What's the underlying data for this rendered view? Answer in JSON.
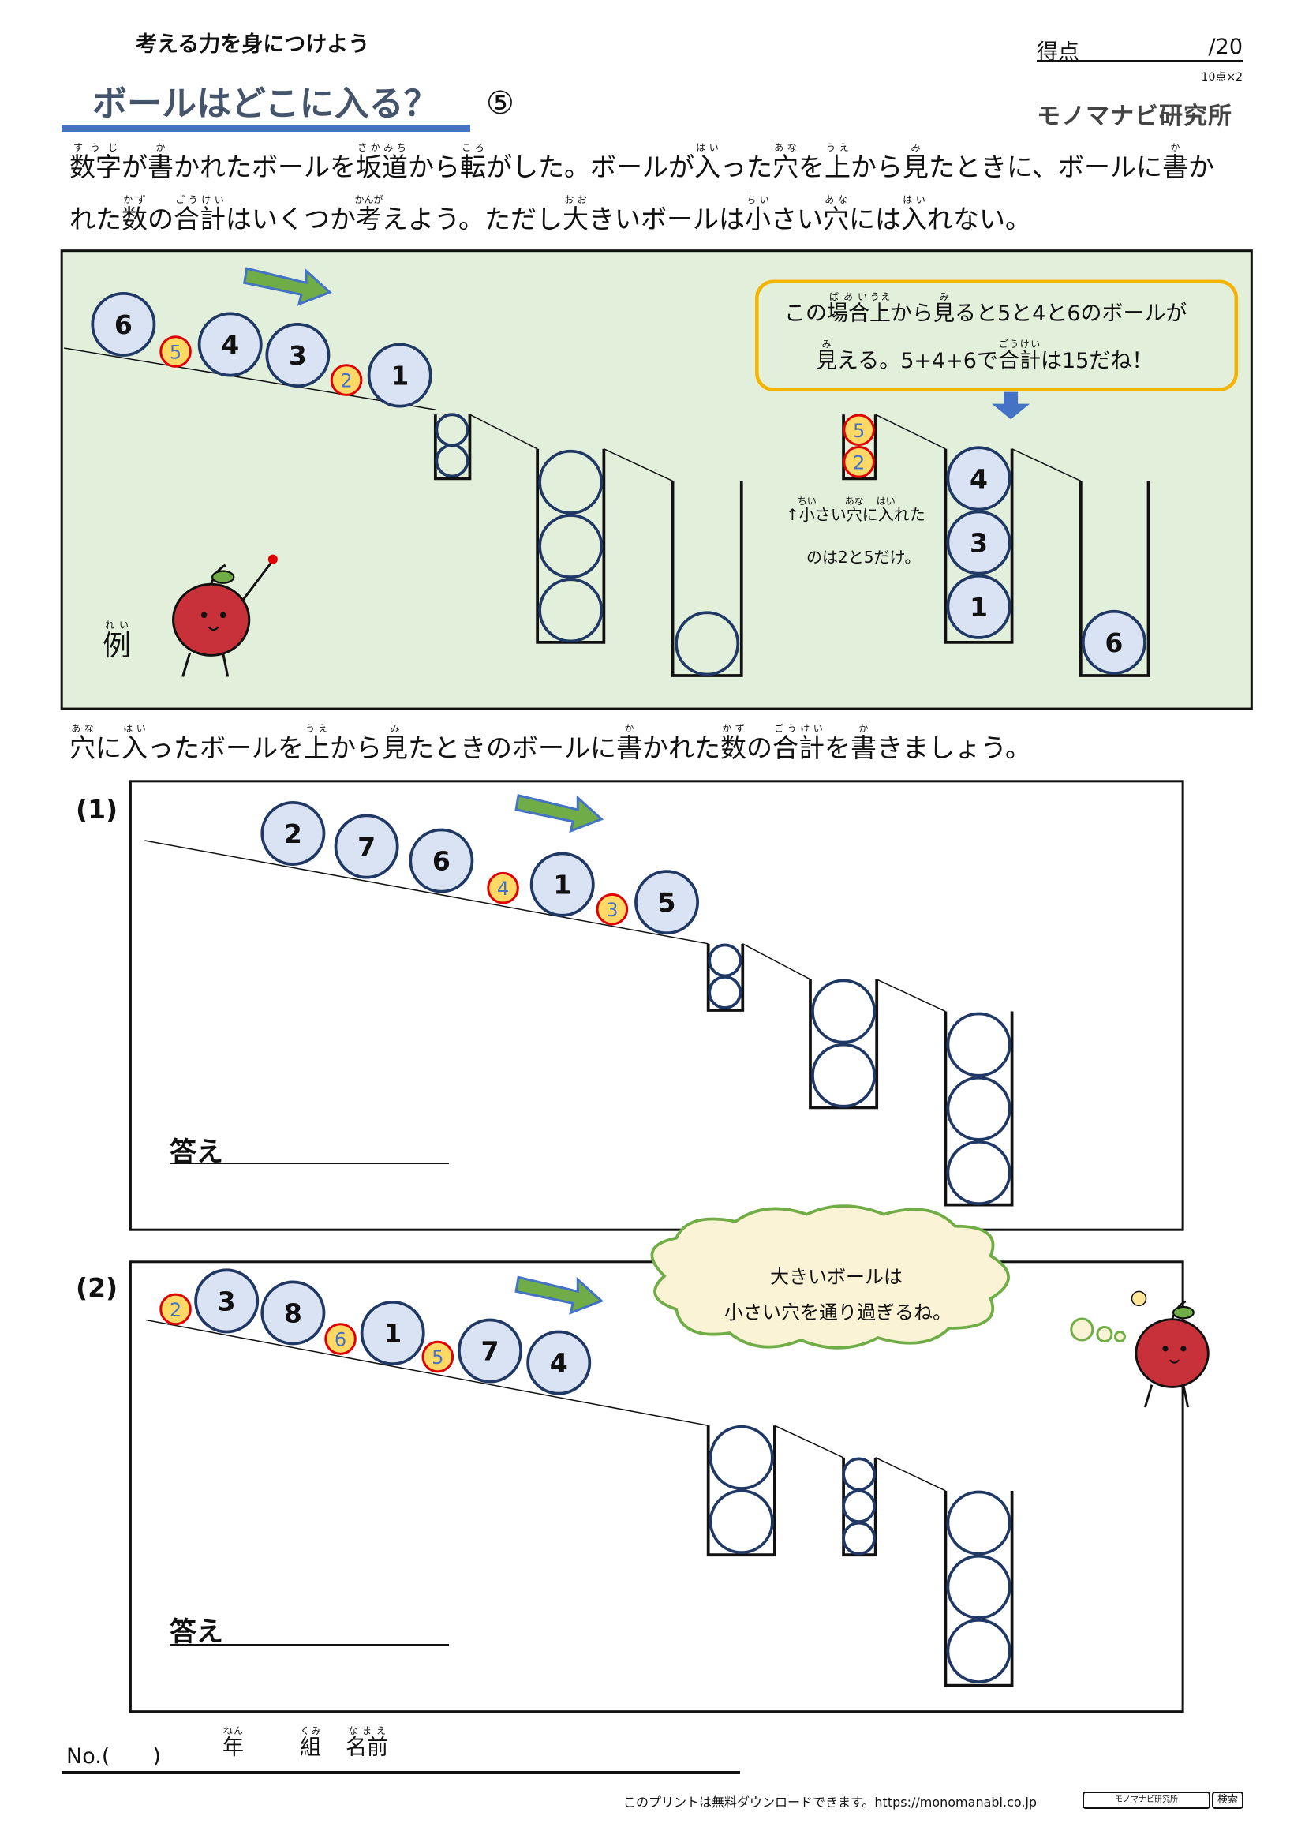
{
  "header": {
    "subtitle": "考える力を身につけよう",
    "title": "ボールはどこに入る？",
    "number": "⑤",
    "score_label": "得点",
    "score_max": "/20",
    "score_note": "10点×2",
    "brand": "モノマナビ研究所"
  },
  "instructions": {
    "line1": [
      {
        "t": "数字",
        "r": "すうじ"
      },
      {
        "t": "が"
      },
      {
        "t": "書",
        "r": "か"
      },
      {
        "t": "かれたボールを"
      },
      {
        "t": "坂道",
        "r": "さかみち"
      },
      {
        "t": "から"
      },
      {
        "t": "転",
        "r": "ころ"
      },
      {
        "t": "がした。ボールが"
      },
      {
        "t": "入",
        "r": "はい"
      },
      {
        "t": "った"
      },
      {
        "t": "穴",
        "r": "あな"
      },
      {
        "t": "を"
      },
      {
        "t": "上",
        "r": "うえ"
      },
      {
        "t": "から"
      },
      {
        "t": "見",
        "r": "み"
      },
      {
        "t": "たときに、ボールに"
      },
      {
        "t": "書",
        "r": "か"
      },
      {
        "t": "か"
      }
    ],
    "line2": [
      {
        "t": "れた"
      },
      {
        "t": "数",
        "r": "かず"
      },
      {
        "t": "の"
      },
      {
        "t": "合計",
        "r": "ごうけい"
      },
      {
        "t": "はいくつか"
      },
      {
        "t": "考",
        "r": "かんが"
      },
      {
        "t": "えよう。ただし"
      },
      {
        "t": "大",
        "r": "おお"
      },
      {
        "t": "きいボールは"
      },
      {
        "t": "小",
        "r": "ちい"
      },
      {
        "t": "さい"
      },
      {
        "t": "穴",
        "r": "あな"
      },
      {
        "t": "には"
      },
      {
        "t": "入",
        "r": "はい"
      },
      {
        "t": "れない。"
      }
    ]
  },
  "example": {
    "label": [
      {
        "t": "例",
        "r": "れい"
      }
    ],
    "callout_line1": [
      {
        "t": "この"
      },
      {
        "t": "場合",
        "r": "ばあい"
      },
      {
        "t": "上",
        "r": "うえ"
      },
      {
        "t": "から"
      },
      {
        "t": "見",
        "r": "み"
      },
      {
        "t": "ると5と4と6のボールが"
      }
    ],
    "callout_line2": [
      {
        "t": "見",
        "r": "み"
      },
      {
        "t": "える。5+4+6で"
      },
      {
        "t": "合計",
        "r": "ごうけい"
      },
      {
        "t": "は15だね！"
      }
    ],
    "note_line1": [
      {
        "t": "↑"
      },
      {
        "t": "小",
        "r": "ちい"
      },
      {
        "t": "さい"
      },
      {
        "t": "穴",
        "r": "あな"
      },
      {
        "t": "に"
      },
      {
        "t": "入",
        "r": "はい"
      },
      {
        "t": "れた"
      }
    ],
    "note_line2": [
      {
        "t": "のは2と5だけ。"
      }
    ],
    "slope_balls": [
      {
        "n": "6",
        "size": "big"
      },
      {
        "n": "5",
        "size": "small"
      },
      {
        "n": "4",
        "size": "big"
      },
      {
        "n": "3",
        "size": "big"
      },
      {
        "n": "2",
        "size": "small"
      },
      {
        "n": "1",
        "size": "big"
      }
    ],
    "result_balls": [
      {
        "n": "5",
        "size": "small"
      },
      {
        "n": "2",
        "size": "small"
      },
      {
        "n": "4",
        "size": "big"
      },
      {
        "n": "3",
        "size": "big"
      },
      {
        "n": "1",
        "size": "big"
      },
      {
        "n": "6",
        "size": "big"
      }
    ]
  },
  "task_instruction": [
    {
      "t": "穴",
      "r": "あな"
    },
    {
      "t": "に"
    },
    {
      "t": "入",
      "r": "はい"
    },
    {
      "t": "ったボールを"
    },
    {
      "t": "上",
      "r": "うえ"
    },
    {
      "t": "から"
    },
    {
      "t": "見",
      "r": "み"
    },
    {
      "t": "たときのボールに"
    },
    {
      "t": "書",
      "r": "か"
    },
    {
      "t": "かれた"
    },
    {
      "t": "数",
      "r": "かず"
    },
    {
      "t": "の"
    },
    {
      "t": "合計",
      "r": "ごうけい"
    },
    {
      "t": "を"
    },
    {
      "t": "書",
      "r": "か"
    },
    {
      "t": "きましょう。"
    }
  ],
  "problems": [
    {
      "label": "(1)",
      "answer_label": "答え",
      "answer": "",
      "balls": [
        {
          "n": "2",
          "size": "big"
        },
        {
          "n": "7",
          "size": "big"
        },
        {
          "n": "6",
          "size": "big"
        },
        {
          "n": "4",
          "size": "small"
        },
        {
          "n": "1",
          "size": "big"
        },
        {
          "n": "3",
          "size": "small"
        },
        {
          "n": "5",
          "size": "big"
        }
      ]
    },
    {
      "label": "(2)",
      "answer_label": "答え",
      "answer": "",
      "balls": [
        {
          "n": "2",
          "size": "small"
        },
        {
          "n": "3",
          "size": "big"
        },
        {
          "n": "8",
          "size": "big"
        },
        {
          "n": "6",
          "size": "small"
        },
        {
          "n": "1",
          "size": "big"
        },
        {
          "n": "5",
          "size": "small"
        },
        {
          "n": "7",
          "size": "big"
        },
        {
          "n": "4",
          "size": "big"
        }
      ],
      "bubble_line1": "大きいボールは",
      "bubble_line2": "小さい穴を通り過ぎるね。"
    }
  ],
  "footer": {
    "no_label": "No.(　　)",
    "grade": [
      {
        "t": "年",
        "r": "ねん"
      }
    ],
    "class": [
      {
        "t": "組",
        "r": "くみ"
      }
    ],
    "name": [
      {
        "t": "名前",
        "r": "なまえ"
      }
    ],
    "download_note": "このプリントは無料ダウンロードできます。https://monomanabi.co.jp",
    "search_value": "モノマナビ研究所",
    "search_button": "検索"
  },
  "colors": {
    "example_bg": "#e2efda",
    "big_ball_fill": "#dae3f3",
    "big_ball_stroke": "#1f3864",
    "small_ball_fill": "#ffd966",
    "small_ball_stroke": "#e00000",
    "small_ball_text": "#4472c4",
    "accent_blue": "#4472c4",
    "arrow_green": "#70ad47",
    "callout_border": "#f4b400"
  }
}
